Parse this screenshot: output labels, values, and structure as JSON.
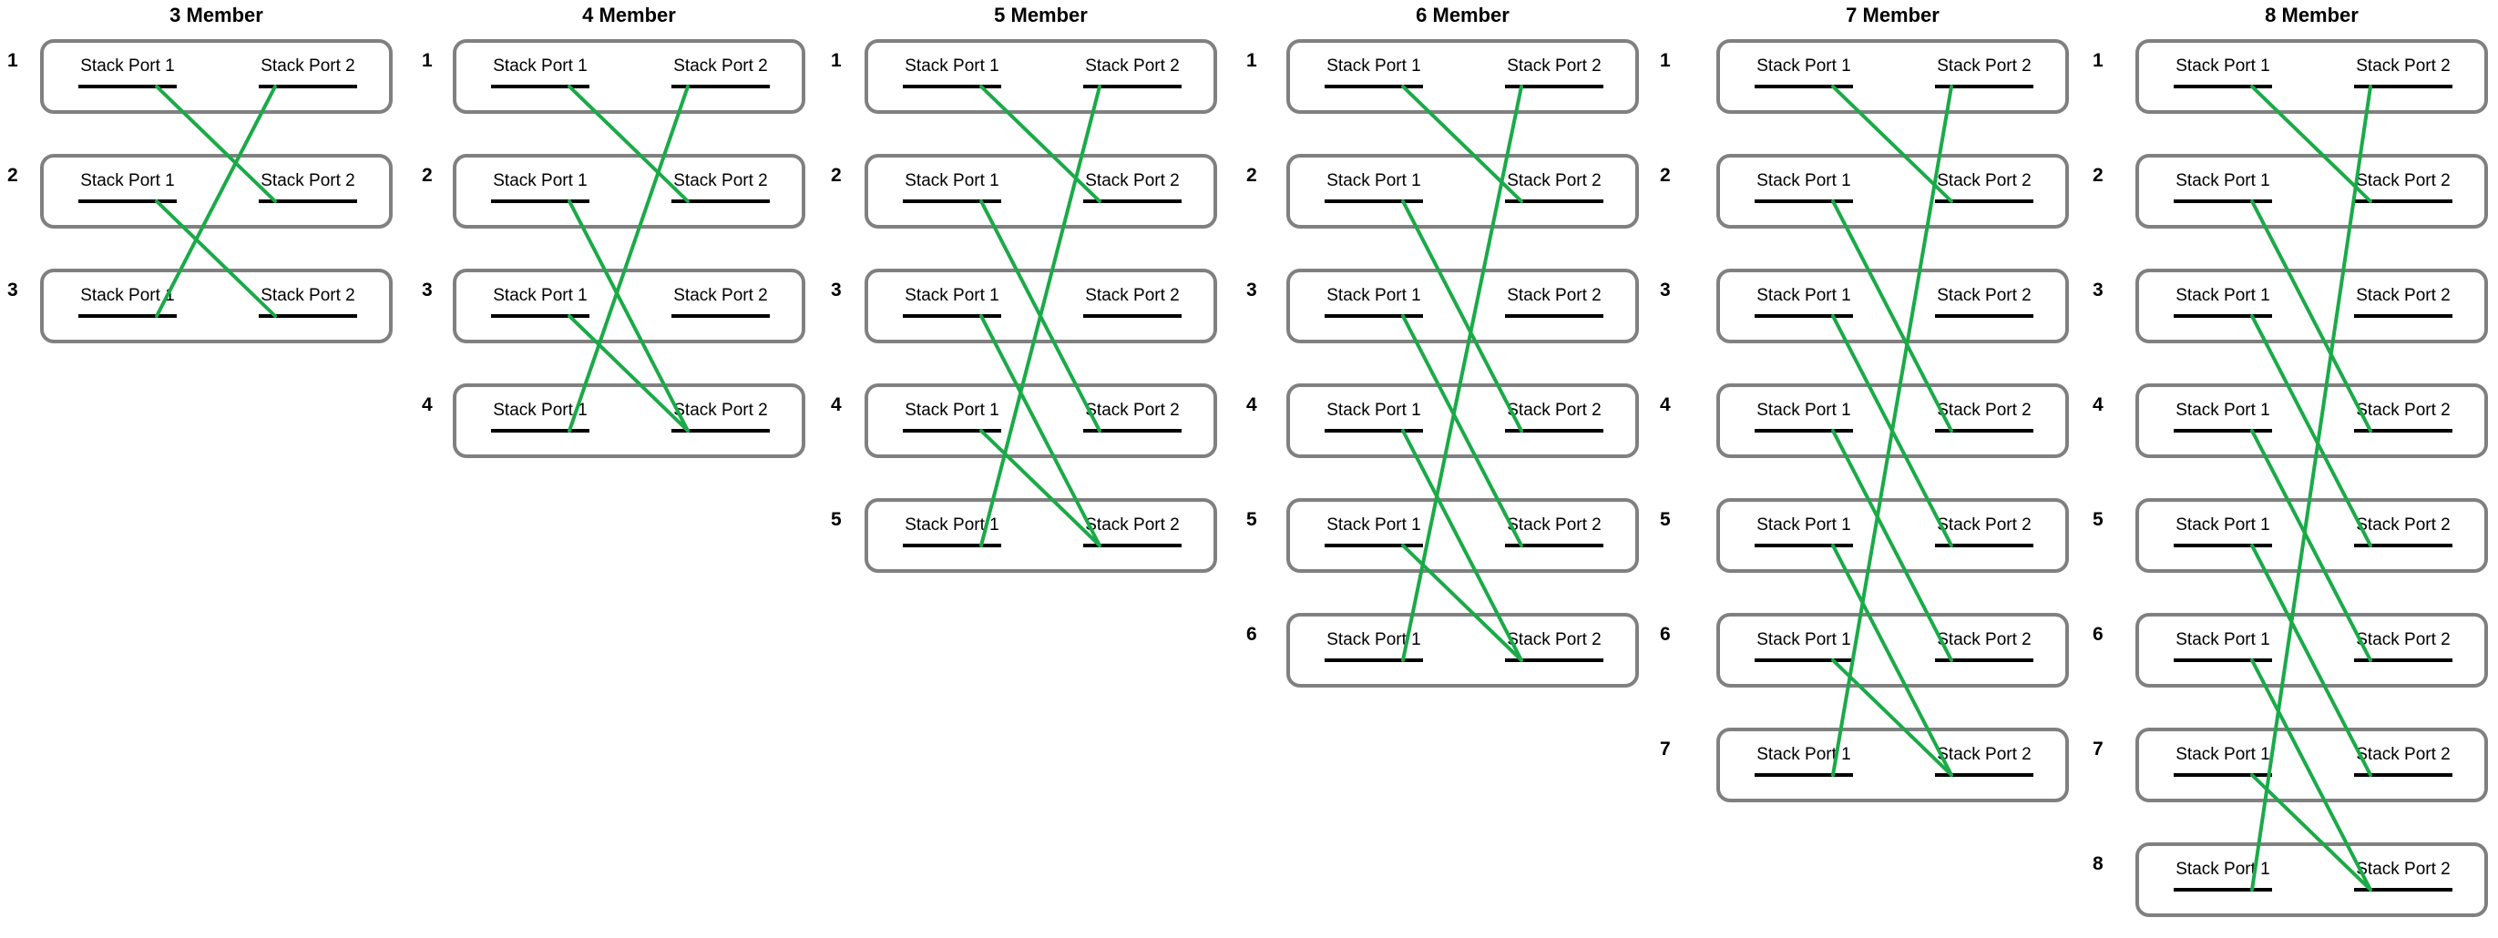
{
  "stacks": [
    {
      "title": "3 Member",
      "members": [
        {
          "number": "1",
          "port1": "Stack Port 1",
          "port2": "Stack Port 2"
        },
        {
          "number": "2",
          "port1": "Stack Port 1",
          "port2": "Stack Port 2"
        },
        {
          "number": "3",
          "port1": "Stack Port 1",
          "port2": "Stack Port 2"
        }
      ]
    },
    {
      "title": "4 Member",
      "members": [
        {
          "number": "1",
          "port1": "Stack Port 1",
          "port2": "Stack Port 2"
        },
        {
          "number": "2",
          "port1": "Stack Port 1",
          "port2": "Stack Port 2"
        },
        {
          "number": "3",
          "port1": "Stack Port 1",
          "port2": "Stack Port 2"
        },
        {
          "number": "4",
          "port1": "Stack Port 1",
          "port2": "Stack Port 2"
        }
      ]
    },
    {
      "title": "5 Member",
      "members": [
        {
          "number": "1",
          "port1": "Stack Port 1",
          "port2": "Stack Port 2"
        },
        {
          "number": "2",
          "port1": "Stack Port 1",
          "port2": "Stack Port 2"
        },
        {
          "number": "3",
          "port1": "Stack Port 1",
          "port2": "Stack Port 2"
        },
        {
          "number": "4",
          "port1": "Stack Port 1",
          "port2": "Stack Port 2"
        },
        {
          "number": "5",
          "port1": "Stack Port 1",
          "port2": "Stack Port 2"
        }
      ]
    },
    {
      "title": "6 Member",
      "members": [
        {
          "number": "1",
          "port1": "Stack Port 1",
          "port2": "Stack Port 2"
        },
        {
          "number": "2",
          "port1": "Stack Port 1",
          "port2": "Stack Port 2"
        },
        {
          "number": "3",
          "port1": "Stack Port 1",
          "port2": "Stack Port 2"
        },
        {
          "number": "4",
          "port1": "Stack Port 1",
          "port2": "Stack Port 2"
        },
        {
          "number": "5",
          "port1": "Stack Port 1",
          "port2": "Stack Port 2"
        },
        {
          "number": "6",
          "port1": "Stack Port 1",
          "port2": "Stack Port 2"
        }
      ]
    },
    {
      "title": "7 Member",
      "members": [
        {
          "number": "1",
          "port1": "Stack Port 1",
          "port2": "Stack Port 2"
        },
        {
          "number": "2",
          "port1": "Stack Port 1",
          "port2": "Stack Port 2"
        },
        {
          "number": "3",
          "port1": "Stack Port 1",
          "port2": "Stack Port 2"
        },
        {
          "number": "4",
          "port1": "Stack Port 1",
          "port2": "Stack Port 2"
        },
        {
          "number": "5",
          "port1": "Stack Port 1",
          "port2": "Stack Port 2"
        },
        {
          "number": "6",
          "port1": "Stack Port 1",
          "port2": "Stack Port 2"
        },
        {
          "number": "7",
          "port1": "Stack Port 1",
          "port2": "Stack Port 2"
        }
      ]
    },
    {
      "title": "8 Member",
      "members": [
        {
          "number": "1",
          "port1": "Stack Port 1",
          "port2": "Stack Port 2"
        },
        {
          "number": "2",
          "port1": "Stack Port 1",
          "port2": "Stack Port 2"
        },
        {
          "number": "3",
          "port1": "Stack Port 1",
          "port2": "Stack Port 2"
        },
        {
          "number": "4",
          "port1": "Stack Port 1",
          "port2": "Stack Port 2"
        },
        {
          "number": "5",
          "port1": "Stack Port 1",
          "port2": "Stack Port 2"
        },
        {
          "number": "6",
          "port1": "Stack Port 1",
          "port2": "Stack Port 2"
        },
        {
          "number": "7",
          "port1": "Stack Port 1",
          "port2": "Stack Port 2"
        },
        {
          "number": "8",
          "port1": "Stack Port 1",
          "port2": "Stack Port 2"
        }
      ]
    }
  ],
  "colors": {
    "cable": "#1aaa48",
    "box_border": "#808080",
    "port_bar": "#000000"
  }
}
